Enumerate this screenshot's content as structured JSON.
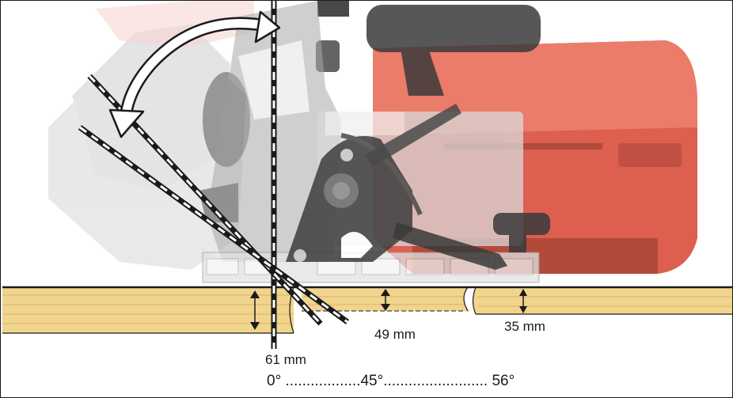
{
  "depth_labels": {
    "depth_0": "61 mm",
    "depth_45": "49 mm",
    "depth_56": "35 mm"
  },
  "angle_scale": {
    "angle_0": "0°",
    "dots_a": "..................",
    "angle_45": "45°",
    "dots_b": ".........................",
    "angle_56": "56°"
  },
  "colors": {
    "saw_body": "#d84a38",
    "saw_body_dark": "#a8321f",
    "handle": "#3a3a3a",
    "wood": "#f1d48d",
    "wood_grain": "#d9b466",
    "guide_line": "#1a1a1a"
  }
}
